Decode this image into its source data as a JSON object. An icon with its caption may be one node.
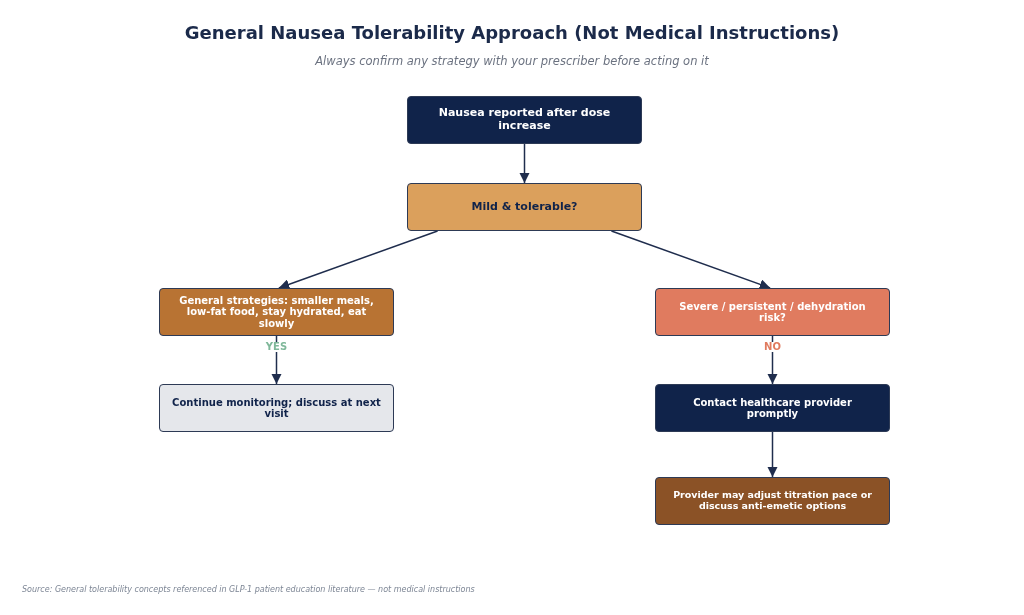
{
  "diagram": {
    "title": "General Nausea Tolerability Approach (Not Medical Instructions)",
    "nodes": [
      {
        "text": [
          "Nausea reported after dose increase"
        ]
      },
      {
        "text": [
          "Mild & tolerable?"
        ]
      },
      {
        "text": [
          "General strategies: smaller meals, low-fat food, stay hydrated, eat slowly"
        ]
      },
      {
        "text": [
          "Severe / persistent / dehydration risk?"
        ]
      },
      {
        "text": [
          "Continue monitoring; discuss at next visit"
        ]
      },
      {
        "text": [
          "Contact healthcare provider promptly"
        ]
      },
      {
        "text": [
          "Provider may adjust titration pace or discuss anti-emetic options"
        ]
      }
    ],
    "edges": [
      {
        "from": 0,
        "to": 1,
        "arrow": "to"
      },
      {
        "from": 1,
        "to": 2,
        "arrow": "to"
      },
      {
        "from": 1,
        "to": 3,
        "arrow": "to"
      },
      {
        "from": 2,
        "to": 4,
        "arrow": "to",
        "label": "YES"
      },
      {
        "from": 3,
        "to": 5,
        "arrow": "to",
        "label": "NO"
      },
      {
        "from": 5,
        "to": 6,
        "arrow": "to"
      }
    ],
    "labels": [
      "Always confirm any strategy with your prescriber before acting on it",
      "Source: General tolerability concepts referenced in GLP-1 patient education literature — not medical instructions"
    ]
  }
}
